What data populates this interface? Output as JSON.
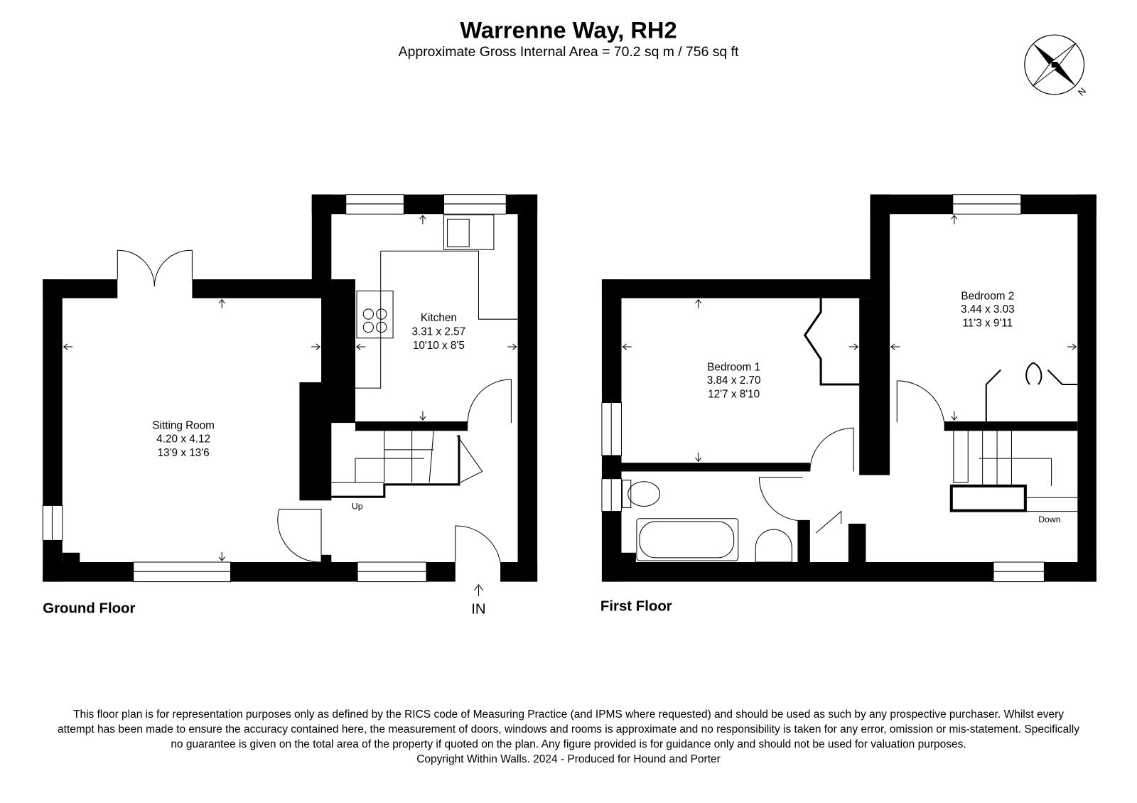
{
  "header": {
    "title": "Warrenne Way, RH2",
    "subtitle": "Approximate Gross Internal Area = 70.2 sq m / 756 sq ft"
  },
  "compass": {
    "icon": "compass-rose-icon",
    "label": "N"
  },
  "ground_floor": {
    "label": "Ground Floor",
    "entrance": "IN",
    "stairs": "Up",
    "rooms": [
      {
        "name": "Sitting Room",
        "metric": "4.20 x 4.12",
        "imperial": "13'9 x 13'6"
      },
      {
        "name": "Kitchen",
        "metric": "3.31 x 2.57",
        "imperial": "10'10 x 8'5"
      }
    ]
  },
  "first_floor": {
    "label": "First Floor",
    "stairs": "Down",
    "rooms": [
      {
        "name": "Bedroom 1",
        "metric": "3.84 x 2.70",
        "imperial": "12'7 x 8'10"
      },
      {
        "name": "Bedroom 2",
        "metric": "3.44 x 3.03",
        "imperial": "11'3 x 9'11"
      }
    ]
  },
  "footer": {
    "disclaimer": "This floor plan is for representation purposes only as defined by the RICS code of Measuring Practice (and IPMS where requested) and should be used as such by any prospective purchaser. Whilst every attempt has been made to ensure the accuracy contained here, the measurement of doors, windows and rooms is approximate and no responsibility is taken for any error, omission or mis-statement. Specifically no guarantee is given on the total area of the property if quoted on the plan. Any figure provided is for guidance only and should not be used for valuation purposes.",
    "copyright": "Copyright Within Walls. 2024 - Produced for Hound and Porter"
  }
}
